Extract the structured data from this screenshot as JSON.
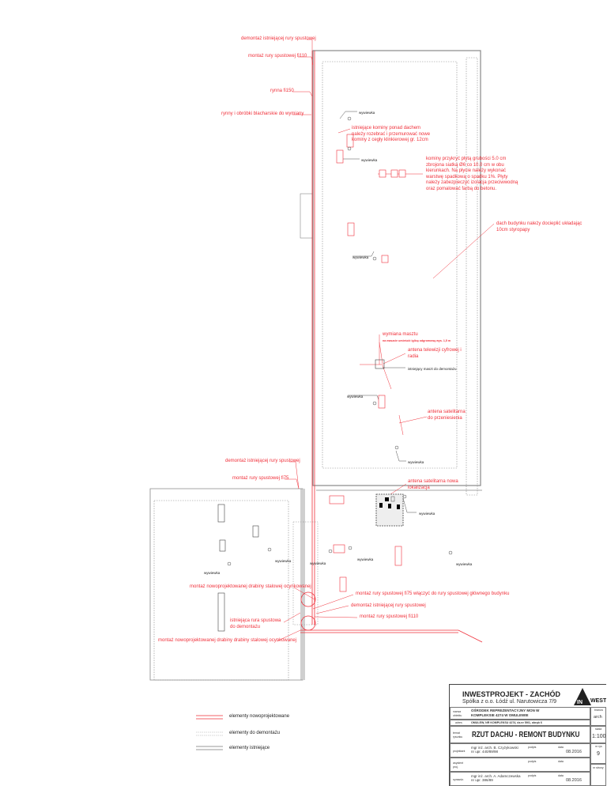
{
  "annotations": {
    "demontaz_top": "demontaż istniejącej rury spustowej",
    "montaz_fi110_top": "montaż rury spustowej fi110",
    "rynna": "rynna fi150",
    "rynny_obrobki": "rynny i obróbki blacharskie do wymiany",
    "kominy_istniejace": [
      "istniejące kominy ponad dachem",
      "należy rozebrać i przemurować nowe",
      "kominy z cegły klinkierowej gr. 12cm"
    ],
    "kominy_przykryc": [
      "kominy przykryć płytą grubości 5.0 cm",
      "zbrojona siatką Ø6 co 10.0 cm w obu",
      "kierunkach. Na płycie należy wykonać",
      "warstwę spadkową o spadku 1%. Płyty",
      "należy zabezpieczyć izolacja przeciwwodną",
      "oraz pomalować farbą do betonu."
    ],
    "dach": [
      "dach budynku należy docieplić układając",
      "10cm styropapy"
    ],
    "wymiana_masztu": "wymiana masztu",
    "iglica": "na maszcie umieścić iglicę odgromową wys. 1,5 m",
    "antena_tv": [
      "antena telewizji cyfrowej i",
      "radia"
    ],
    "maszt_demontaz": "istniejący maszt do demontażu",
    "antena_sat_przeniesienie": [
      "antena satelitarna",
      "do przeniesienia"
    ],
    "demontaz_mid": "demontaż istniejącej rury spustowej",
    "montaz_fi75": "montaż rury spustowej fi75",
    "antena_sat_nowa": [
      "antena satelitarna nowa",
      "lokalizacja"
    ],
    "drabina_1": "montaż nowoprojektowanej drabiny stalowej ocynkowanej",
    "fi75_wlaczyc": "montaż rury spustowej fi75 włączyć do rury spustowej głównego budynku",
    "demontaz_low": "demontaż istniejącej rury spustowej",
    "montaz_fi110_low": "montaż rury spustowej fi110",
    "rura_istniejaca": [
      "istniejąca rura spustowa",
      "do demontażu"
    ],
    "drabina_2": "montaż nowoprojektowanej drabiny drabiny stalowej ocynkowanej",
    "wywiewka": "wywiewka"
  },
  "legend": {
    "new": "elementy nowoprojektowane",
    "demolish": "elementy do demontażu",
    "existing": "elementy istniejące"
  },
  "title_block": {
    "company": "INWESTPROJEKT - ZACHÓD",
    "company_sub": "Spółka z o.o.  Łódź  ul. Narutowicza 7/9",
    "logo": "IN WEST",
    "obj_label": "nazwa obiektu",
    "obj_value": [
      "OŚRODEK REPREZENTACYJNY MON W",
      "KOMPLEKSIE 4274 W OMULEWIE"
    ],
    "branza_label": "branża",
    "branza_value": "arch",
    "adres_label": "adres",
    "adres_value": "OMULEW, NR KOMPLEKSU 4274, dz.nr 59/1, obręb 6",
    "temat_label": "temat rysunku",
    "temat_value": "RZUT DACHU - REMONT BUDYNKU",
    "skala_label": "skala",
    "skala_value": "1:100",
    "projektant_label": "projektant",
    "projektant_value": [
      "mgr inż. arch. B. Czyżykowski",
      "nr upr. 440/89/98"
    ],
    "podpis_label": "podpis",
    "data_label": "data",
    "date1": "08.2016",
    "nr_rys_label": "nr rys",
    "nr_rys_value": "9",
    "asystent_label": "asystent proj.",
    "nr_strony_label": "nr strony",
    "sprawdz_label": "sprawdz.",
    "sprawdz_value": [
      "mgr inż. arch. A. Adamczewska",
      "nr upr. 386/89"
    ],
    "date3": "08.2016"
  },
  "colors": {
    "new": "#f0303a",
    "existing": "#888888",
    "demolish": "#999999"
  }
}
